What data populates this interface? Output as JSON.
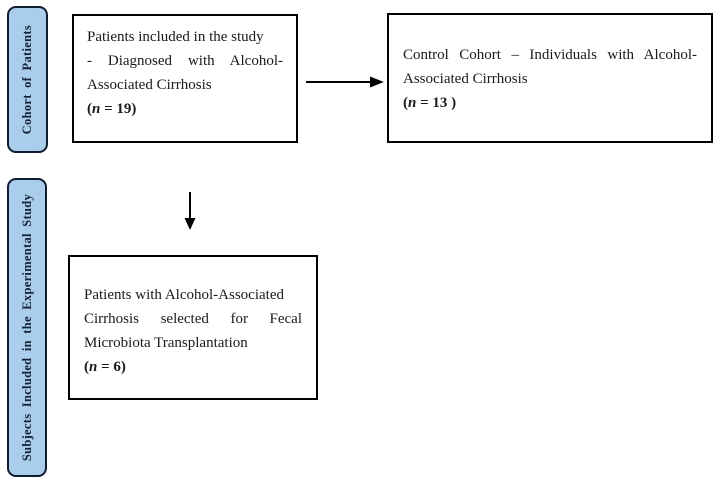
{
  "figure": {
    "background": "#ffffff"
  },
  "colors": {
    "label_fill": "#a9cdeb",
    "label_border": "#101d30",
    "label_text": "#152238",
    "box_border": "#000000",
    "box_text": "#1a1a1a",
    "arrow": "#000000"
  },
  "sidebar": {
    "cohort_label": "Cohort of Patients",
    "subjects_label": "Subjects Included in the Experimental Study"
  },
  "boxes": {
    "study": {
      "line1": "Patients included in the study",
      "line2": "- Diagnosed with Alcohol-",
      "line3": "Associated Cirrhosis",
      "n_open": "(",
      "n_var": "n",
      "n_rest": " = 19)"
    },
    "control": {
      "line1": "Control Cohort – Individuals with Alcohol-",
      "line2": "Associated Cirrhosis",
      "n_open": "(",
      "n_var": "n",
      "n_rest": " = 13 )"
    },
    "fmt": {
      "line1": "Patients with Alcohol-Associated",
      "line2": "Cirrhosis selected for Fecal",
      "line3": "Microbiota Transplantation",
      "n_open": "(",
      "n_var": "n",
      "n_rest": " = 6)"
    }
  }
}
